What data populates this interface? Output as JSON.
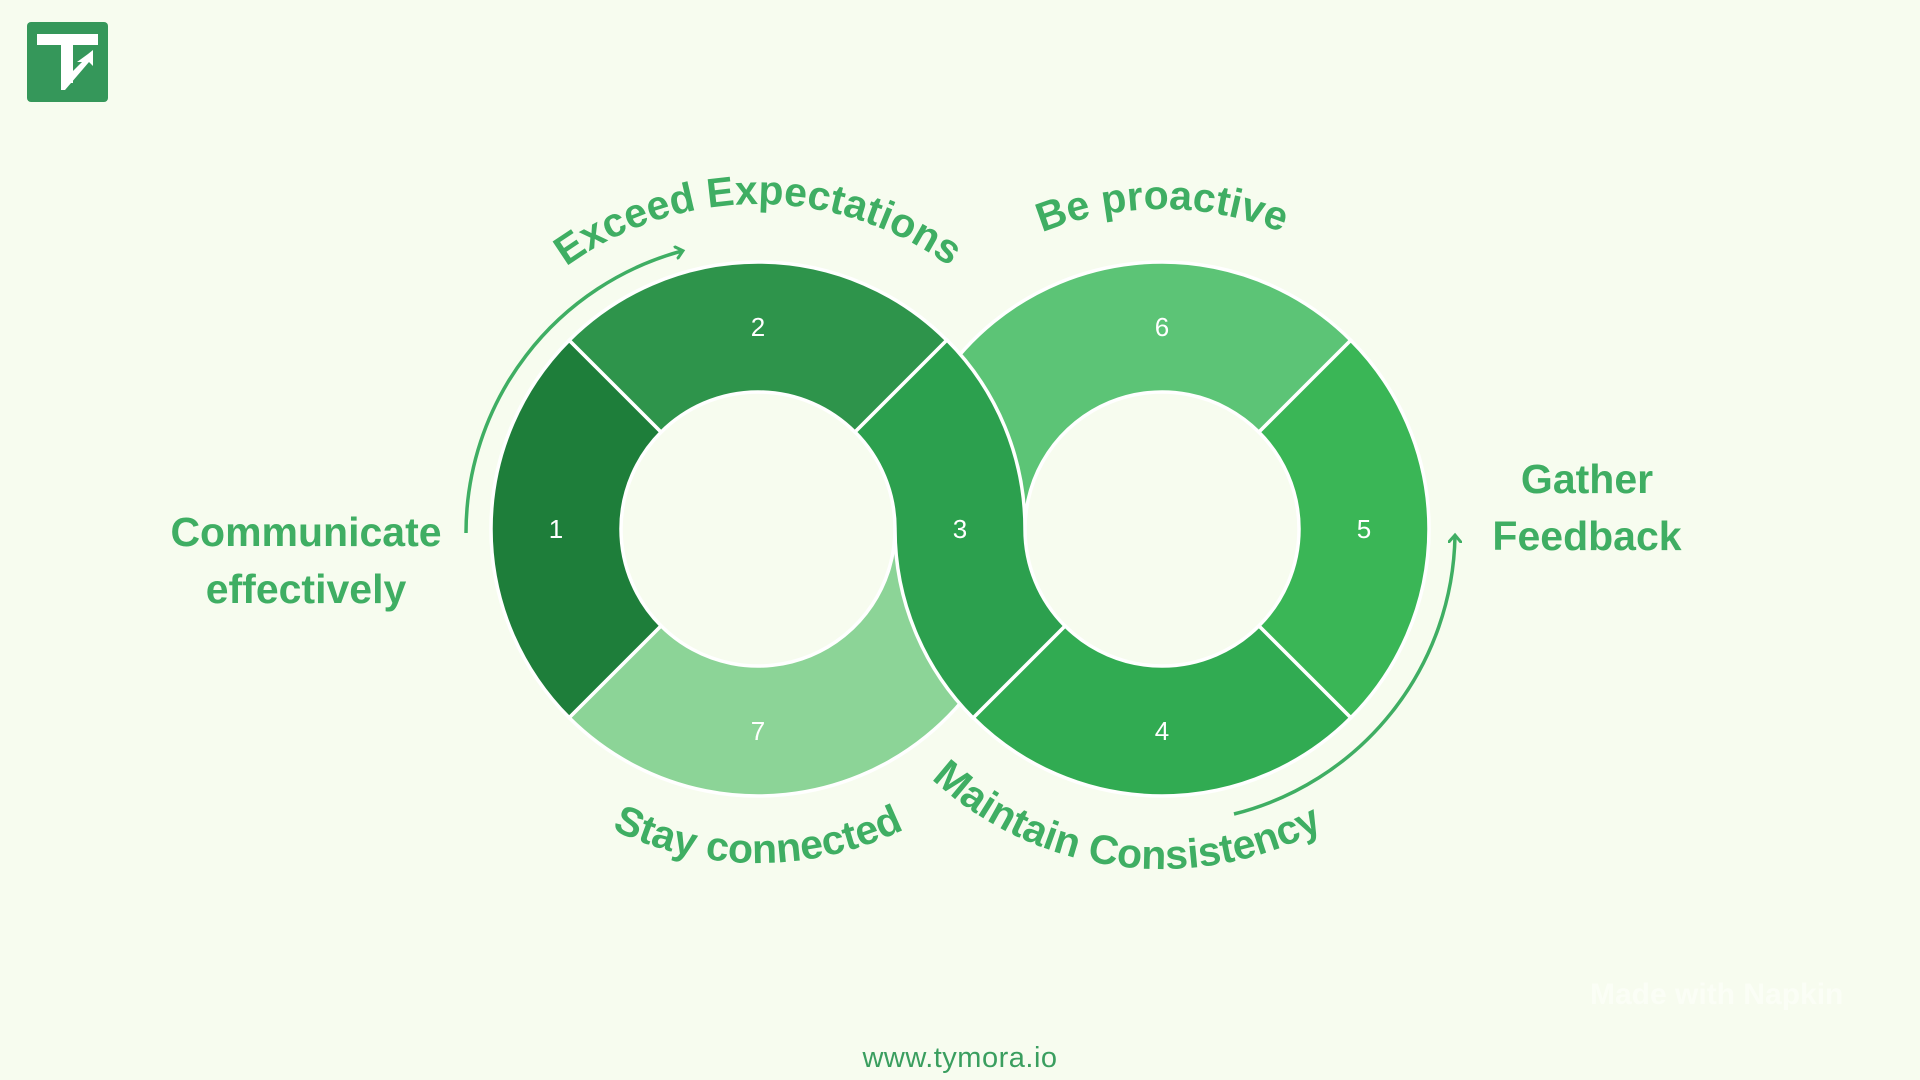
{
  "logo": {
    "name": "Tymora",
    "color": "#35975a"
  },
  "segments": [
    {
      "number": "1",
      "color": "#1e7e3a"
    },
    {
      "number": "2",
      "color": "#2e944b"
    },
    {
      "number": "3",
      "color": "#2ca04e"
    },
    {
      "number": "4",
      "color": "#31ab52"
    },
    {
      "number": "5",
      "color": "#3ab656"
    },
    {
      "number": "6",
      "color": "#5cc476"
    },
    {
      "number": "7",
      "color": "#8cd497"
    }
  ],
  "labels": {
    "exceed": "Exceed Expectations",
    "proactive": "Be proactive",
    "stay": "Stay connected",
    "maintain": "Maintain Consistency",
    "communicate_1": "Communicate",
    "communicate_2": "effectively",
    "gather_1": "Gather",
    "gather_2": "Feedback"
  },
  "label_color": "#3fae63",
  "footer": "www.tymora.io",
  "watermark": "Made with Napkin"
}
